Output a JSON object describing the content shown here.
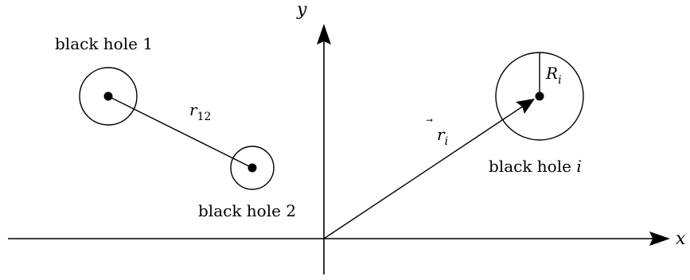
{
  "axes": {
    "x_label": "x",
    "y_label": "y"
  },
  "black_holes": [
    {
      "label": "black hole 1"
    },
    {
      "label": "black hole 2"
    },
    {
      "label_prefix": "black hole ",
      "label_index": "i"
    }
  ],
  "separation": {
    "symbol": "r",
    "subscript": "12"
  },
  "position_vector": {
    "symbol": "r",
    "arrow": "⃗",
    "subscript": "i"
  },
  "radius": {
    "symbol": "R",
    "subscript": "i"
  },
  "colors": {
    "stroke": "#000000",
    "background": "#ffffff"
  }
}
